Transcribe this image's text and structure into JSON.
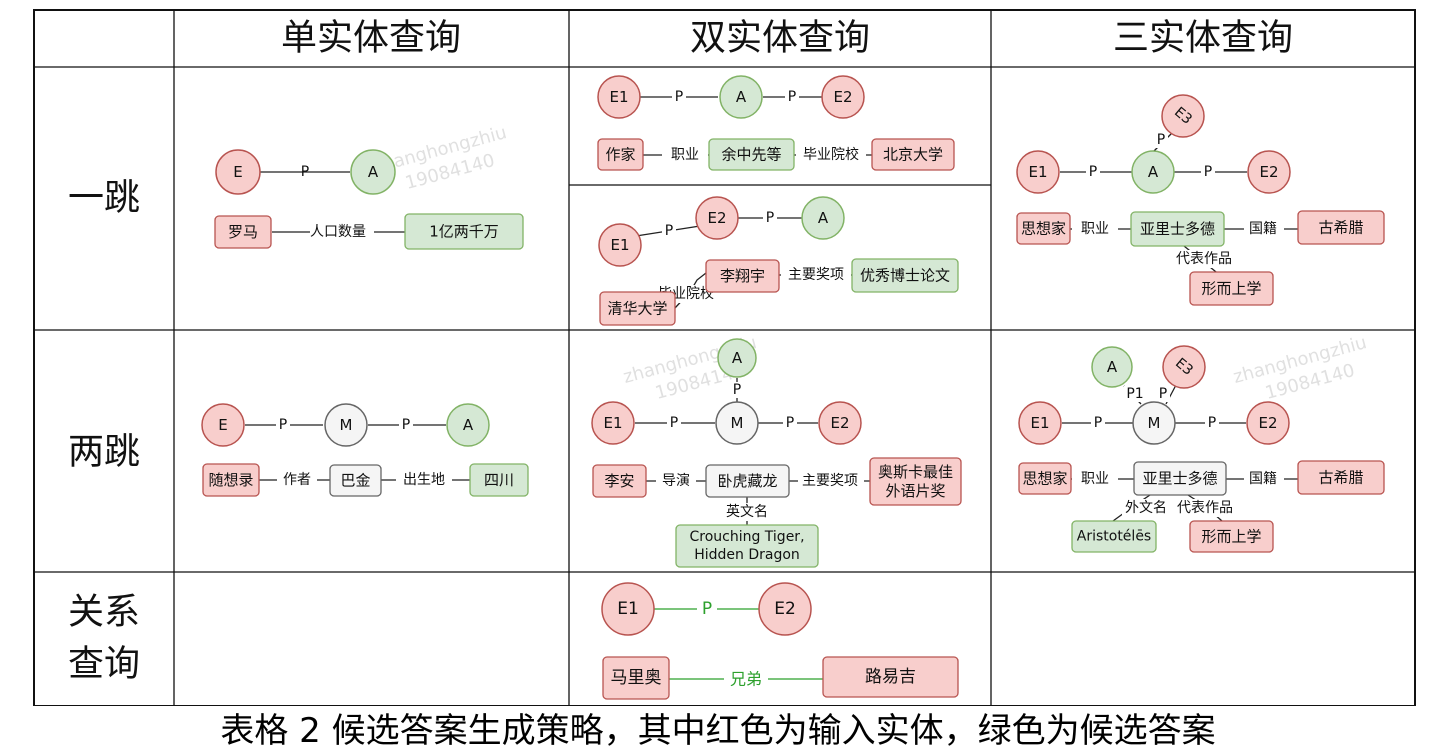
{
  "table": {
    "col_headers": [
      "单实体查询",
      "双实体查询",
      "三实体查询"
    ],
    "row_headers": [
      "一跳",
      "两跳",
      "关系查询"
    ],
    "rel_row_header_lines": [
      "关系",
      "查询"
    ]
  },
  "one_hop_single": {
    "E": "E",
    "P": "P",
    "A": "A",
    "subject": "罗马",
    "predicate": "人口数量",
    "answer": "1亿两千万"
  },
  "one_hop_double_a": {
    "E1": "E1",
    "P1": "P",
    "A": "A",
    "P2": "P",
    "E2": "E2",
    "subject": "作家",
    "pred1": "职业",
    "answer": "余中先等",
    "pred2": "毕业院校",
    "object": "北京大学"
  },
  "one_hop_double_b": {
    "E1": "E1",
    "P1": "P",
    "E2": "E2",
    "P2": "P",
    "A": "A",
    "subject": "清华大学",
    "pred1": "毕业院校",
    "middle": "李翔宇",
    "pred2": "主要奖项",
    "answer": "优秀博士论文"
  },
  "one_hop_triple": {
    "E1": "E1",
    "P1": "P",
    "A": "A",
    "P2": "P",
    "E2": "E2",
    "E3": "E3",
    "P3": "P",
    "subject": "思想家",
    "pred1": "职业",
    "answer": "亚里士多德",
    "pred2": "国籍",
    "object": "古希腊",
    "pred3": "代表作品",
    "third": "形而上学"
  },
  "two_hop_single": {
    "E": "E",
    "P1": "P",
    "M": "M",
    "P2": "P",
    "A": "A",
    "subject": "随想录",
    "pred1": "作者",
    "middle": "巴金",
    "pred2": "出生地",
    "answer": "四川"
  },
  "two_hop_double": {
    "E1": "E1",
    "P1": "P",
    "M": "M",
    "P2": "P",
    "E2": "E2",
    "A": "A",
    "P3": "P",
    "subject": "李安",
    "pred1": "导演",
    "middle": "卧虎藏龙",
    "pred2": "主要奖项",
    "object_lines": [
      "奥斯卡最佳",
      "外语片奖"
    ],
    "pred3": "英文名",
    "answer_lines": [
      "Crouching Tiger,",
      "Hidden Dragon"
    ]
  },
  "two_hop_triple": {
    "E1": "E1",
    "P1": "P",
    "M": "M",
    "P2": "P",
    "E2": "E2",
    "A": "A",
    "P3": "P1",
    "E3": "E3",
    "P4": "P",
    "subject": "思想家",
    "pred1": "职业",
    "middle": "亚里士多德",
    "pred2": "国籍",
    "object": "古希腊",
    "pred3": "外文名",
    "pred4": "代表作品",
    "answer": "Aristotélēs",
    "third": "形而上学"
  },
  "relation_double": {
    "E1": "E1",
    "P": "P",
    "E2": "E2",
    "subject": "马里奥",
    "relation": "兄弟",
    "object": "路易吉"
  },
  "watermark": {
    "name": "zhanghongzhiu",
    "id": "19084140"
  },
  "caption": "表格 2 候选答案生成策略，其中红色为输入实体，绿色为候选答案",
  "colors": {
    "red_fill": "#f8cecc",
    "red_stroke": "#b85450",
    "green_fill": "#d5e8d4",
    "green_stroke": "#82b366",
    "grey_fill": "#f5f5f5",
    "grey_stroke": "#666666",
    "relation_green": "#2ca02c"
  }
}
